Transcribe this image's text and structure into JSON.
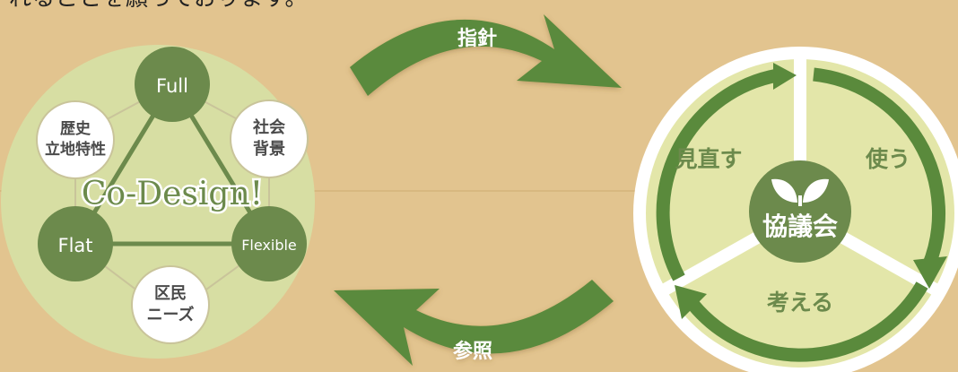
{
  "intro_text": "れることを願っております。",
  "codesign": {
    "title": "Co-Design!",
    "nodes": {
      "full": "Full",
      "flat": "Flat",
      "flexible": "Flexible",
      "history_line1": "歴史",
      "history_line2": "立地特性",
      "social_line1": "社会",
      "social_line2": "背景",
      "needs_line1": "区民",
      "needs_line2": "ニーズ"
    }
  },
  "arrows": {
    "top_label": "指針",
    "bottom_label": "参照"
  },
  "cycle": {
    "center_label": "協議会",
    "segment_left": "見直す",
    "segment_right": "使う",
    "segment_bottom": "考える"
  },
  "colors": {
    "background": "#e2c48f",
    "circle_light": "#d7dea3",
    "green_dark": "#6c8a4c",
    "green_arrow": "#5a8a3c",
    "cycle_fill": "#e3e6a9"
  }
}
